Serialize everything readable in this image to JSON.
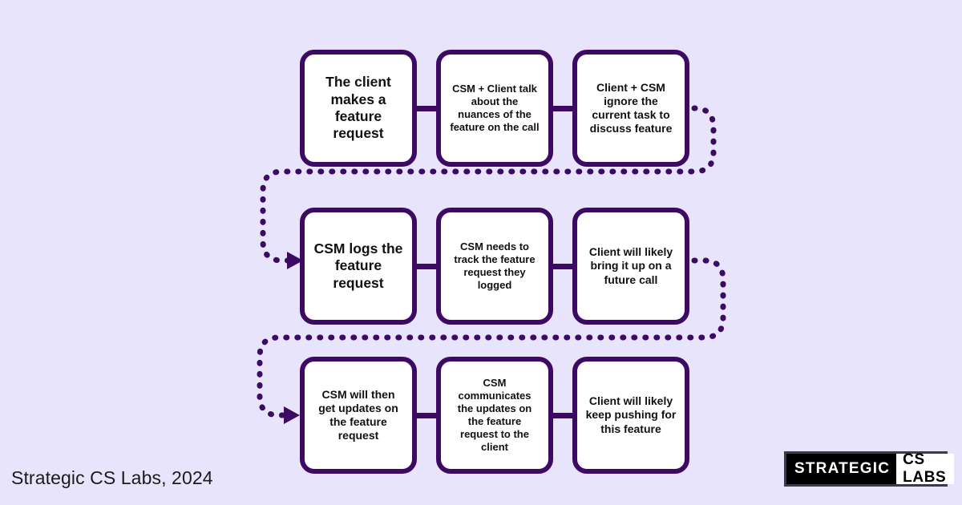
{
  "diagram": {
    "background_color": "#E7E4FC",
    "node_border_color": "#3C0A63",
    "node_fill_color": "#FFFFFF",
    "connector_color": "#3C0A63",
    "rows": [
      {
        "id": "row-1",
        "nodes": [
          {
            "text": "The client makes a feature request",
            "emphasis": "large"
          },
          {
            "text": "CSM + Client talk about the nuances of the feature on the call",
            "emphasis": "small"
          },
          {
            "text": "Client + CSM ignore the current task to discuss feature",
            "emphasis": "medium"
          }
        ]
      },
      {
        "id": "row-2",
        "nodes": [
          {
            "text": "CSM logs the feature request",
            "emphasis": "large"
          },
          {
            "text": "CSM needs to track the feature request they logged",
            "emphasis": "small"
          },
          {
            "text": "Client will likely bring it up on a future call",
            "emphasis": "medium"
          }
        ]
      },
      {
        "id": "row-3",
        "nodes": [
          {
            "text": "CSM will then get updates on the feature request",
            "emphasis": "medium"
          },
          {
            "text": "CSM communicates the updates on the feature request to the client",
            "emphasis": "small"
          },
          {
            "text": "Client will likely keep pushing for this feature",
            "emphasis": "medium"
          }
        ]
      }
    ]
  },
  "caption": "Strategic CS Labs, 2024",
  "logo": {
    "left_text": "STRATEGIC",
    "right_text": "CS LABS"
  }
}
